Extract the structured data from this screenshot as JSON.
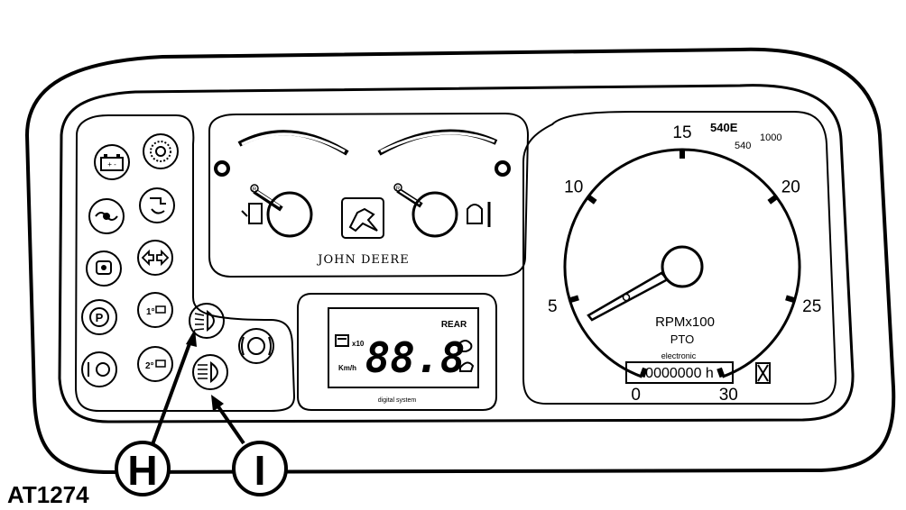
{
  "figure_id": "AT1274",
  "callouts": {
    "h": "H",
    "i": "I"
  },
  "tachometer": {
    "major_labels": [
      "0",
      "5",
      "10",
      "15",
      "20",
      "25",
      "30"
    ],
    "pto_marks": {
      "p540e": "540E",
      "p540": "540",
      "p1000": "1000"
    },
    "unit_label": "RPMx100",
    "pto_label": "PTO",
    "hourmeter": {
      "caption": "electronic",
      "value": "0000000 h"
    }
  },
  "lcd": {
    "rear_label": "REAR",
    "multiplier": "x10",
    "unit": "Km/h",
    "digits": "88.8",
    "caption": "digital system"
  },
  "brand": {
    "name": "JOHN DEERE"
  },
  "gauge_markers": {
    "fuel": "R",
    "temp": "R"
  },
  "indicators": {
    "first_range": "1°",
    "second_range": "2°",
    "parking": "P",
    "battery_charge": "+ -"
  }
}
